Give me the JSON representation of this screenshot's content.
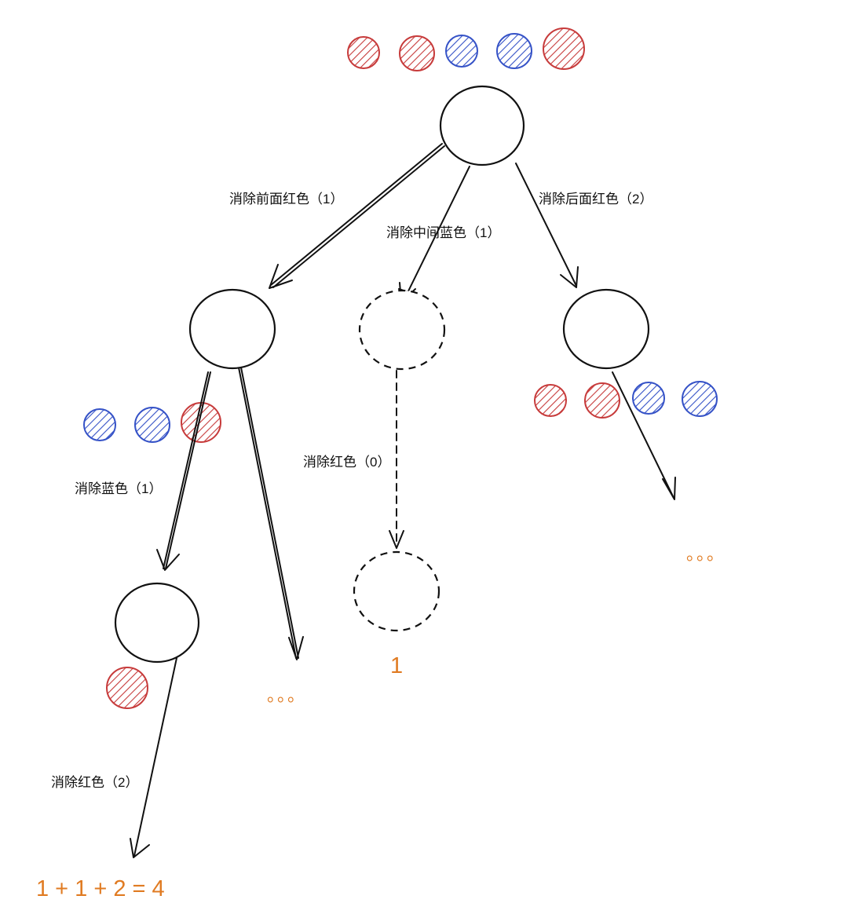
{
  "colors": {
    "red": "#c73b3b",
    "blue": "#3552c7",
    "result": "#e07b22",
    "line": "#111111"
  },
  "root_balls": [
    "red",
    "red",
    "blue",
    "blue",
    "red"
  ],
  "right_balls": [
    "red",
    "red",
    "blue",
    "blue"
  ],
  "left_balls": [
    "blue",
    "blue",
    "red"
  ],
  "leaf_balls": [
    "red"
  ],
  "edges": {
    "root_left": "消除前面红色（1）",
    "root_mid": "消除中间蓝色（1）",
    "root_right": "消除后面红色（2）",
    "left_down": "消除蓝色（1）",
    "mid_down": "消除红色（0）",
    "leaf_down": "消除红色（2）"
  },
  "results": {
    "middle": "1",
    "bottom": "1 + 1 + 2 = 4"
  },
  "ellipsis": "。。。"
}
